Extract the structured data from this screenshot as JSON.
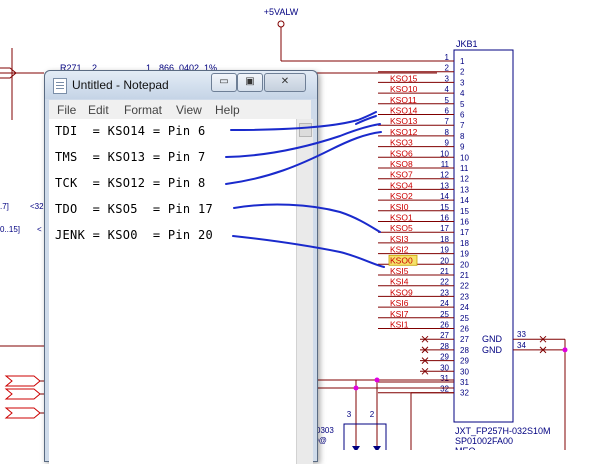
{
  "schematic": {
    "power_label": "+5VALW",
    "connector_ref": "JKB1",
    "part_name": "JXT_FP257H-032S10M",
    "part_number": "SP01002FA00",
    "part_extra": "MEQ",
    "resistor_label": "R271",
    "resistor_pin": "2",
    "resistor_pin1": "1",
    "resistor_spec": "866_0402_1%",
    "left_label_a": ".7]",
    "left_label_b": "<32",
    "left_label_c": "0..15]",
    "left_label_d": "<",
    "bottom_ref": "0303",
    "bottom_ref2": "D@",
    "bottom_pin_3": "3",
    "bottom_pin_2": "2",
    "gnd_label": "GND",
    "gnd_pin_a": "33",
    "gnd_pin_b": "34",
    "pins": [
      {
        "num": "1",
        "net": ""
      },
      {
        "num": "2",
        "net": ""
      },
      {
        "num": "3",
        "net": "KSO15"
      },
      {
        "num": "4",
        "net": "KSO10"
      },
      {
        "num": "5",
        "net": "KSO11"
      },
      {
        "num": "6",
        "net": "KSO14"
      },
      {
        "num": "7",
        "net": "KSO13"
      },
      {
        "num": "8",
        "net": "KSO12"
      },
      {
        "num": "9",
        "net": "KSO3"
      },
      {
        "num": "10",
        "net": "KSO6"
      },
      {
        "num": "11",
        "net": "KSO8"
      },
      {
        "num": "12",
        "net": "KSO7"
      },
      {
        "num": "13",
        "net": "KSO4"
      },
      {
        "num": "14",
        "net": "KSO2"
      },
      {
        "num": "15",
        "net": "KSI0"
      },
      {
        "num": "16",
        "net": "KSO1"
      },
      {
        "num": "17",
        "net": "KSO5"
      },
      {
        "num": "18",
        "net": "KSI3"
      },
      {
        "num": "19",
        "net": "KSI2"
      },
      {
        "num": "20",
        "net": "KSO0"
      },
      {
        "num": "21",
        "net": "KSI5"
      },
      {
        "num": "22",
        "net": "KSI4"
      },
      {
        "num": "23",
        "net": "KSO9"
      },
      {
        "num": "24",
        "net": "KSI6"
      },
      {
        "num": "25",
        "net": "KSI7"
      },
      {
        "num": "26",
        "net": "KSI1"
      },
      {
        "num": "27",
        "net": ""
      },
      {
        "num": "28",
        "net": ""
      },
      {
        "num": "29",
        "net": ""
      },
      {
        "num": "30",
        "net": ""
      },
      {
        "num": "31",
        "net": ""
      },
      {
        "num": "32",
        "net": ""
      }
    ],
    "colors": {
      "wire": "#800000",
      "pin": "#000080",
      "net": "#cc0000",
      "highlight": "#f5e26a",
      "junction": "#e000e0",
      "annotation": "#1a2acc"
    }
  },
  "notepad": {
    "title": "Untitled - Notepad",
    "minimize_glyph": "▭",
    "maximize_glyph": "▣",
    "close_glyph": "✕",
    "menu": [
      "File",
      "Edit",
      "Format",
      "View",
      "Help"
    ],
    "lines": [
      "TDI  = KSO14 = Pin 6",
      "TMS  = KSO13 = Pin 7",
      "TCK  = KSO12 = Pin 8",
      "TDO  = KSO5  = Pin 17",
      "JENK = KSO0  = Pin 20"
    ]
  }
}
